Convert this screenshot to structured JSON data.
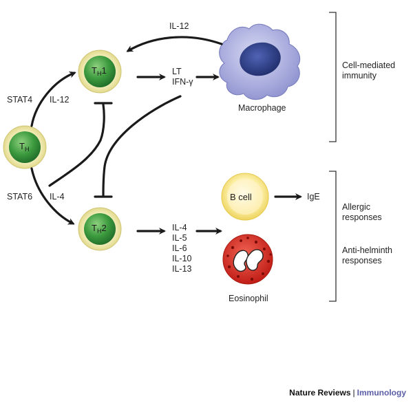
{
  "cells": {
    "th": {
      "main": "T",
      "sub": "H",
      "suffix": ""
    },
    "th1": {
      "main": "T",
      "sub": "H",
      "suffix": "1"
    },
    "th2": {
      "main": "T",
      "sub": "H",
      "suffix": "2"
    },
    "b_cell": "B cell",
    "macrophage": "Macrophage",
    "eosinophil": "Eosinophil"
  },
  "labels": {
    "stat4": "STAT4",
    "il12_left": "IL-12",
    "stat6": "STAT6",
    "il4_left": "IL-4",
    "il12_top": "IL-12",
    "th1_products": [
      "LT",
      "IFN-γ"
    ],
    "th2_products": [
      "IL-4",
      "IL-5",
      "IL-6",
      "IL-10",
      "IL-13"
    ],
    "ige": "IgE"
  },
  "responses": {
    "cell_mediated": [
      "Cell-mediated",
      "immunity"
    ],
    "allergic": [
      "Allergic",
      "responses"
    ],
    "anti_helminth": [
      "Anti-helminth",
      "responses"
    ]
  },
  "credit": {
    "publisher": "Nature Reviews",
    "separator": "|",
    "journal": "Immunology"
  },
  "colors": {
    "t_cell_green": "#2f8a3a",
    "t_cell_halo": "#e9e3a0",
    "macrophage": "#9da0d8",
    "macrophage_nucleus": "#2e3f8f",
    "b_cell_halo": "#f2e07a",
    "eosinophil_red": "#d42a22",
    "journal_purple": "#5b5ea6"
  }
}
